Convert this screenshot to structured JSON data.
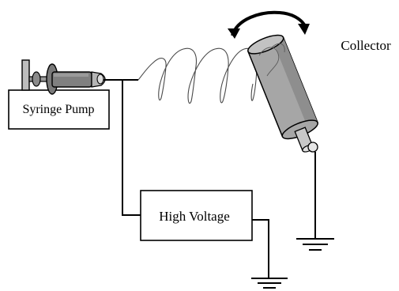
{
  "labels": {
    "syringe_pump": "Syringe Pump",
    "high_voltage": "High Voltage",
    "collector": "Collector"
  },
  "colors": {
    "line": "#000000",
    "barrel": "#808080",
    "barrel_dark": "#6e6e6e",
    "collector_body": "#a6a6a6",
    "collector_shaft": "#c8c8c8",
    "background": "#ffffff"
  }
}
